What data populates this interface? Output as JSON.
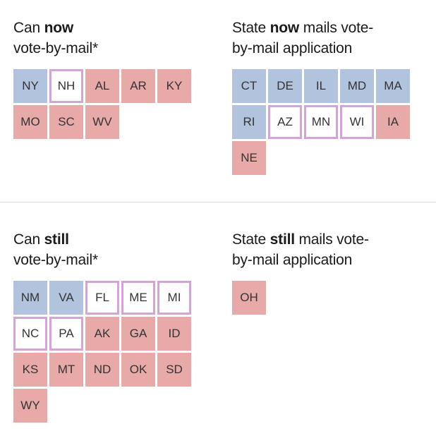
{
  "colors": {
    "dem": "#b2c3dd",
    "rep": "#e8aaa8",
    "swing_border": "#d4a4d6",
    "swing_fill": "#ffffff",
    "divider": "#dcdcdc"
  },
  "panels": [
    {
      "id": "can-now",
      "title": {
        "line1_pre": "Can ",
        "line1_bold": "now",
        "line1_post": "",
        "line2": "vote-by-mail*"
      },
      "states": [
        {
          "abbr": "NY",
          "party": "dem"
        },
        {
          "abbr": "NH",
          "party": "swing"
        },
        {
          "abbr": "AL",
          "party": "rep"
        },
        {
          "abbr": "AR",
          "party": "rep"
        },
        {
          "abbr": "KY",
          "party": "rep"
        },
        {
          "abbr": "MO",
          "party": "rep"
        },
        {
          "abbr": "SC",
          "party": "rep"
        },
        {
          "abbr": "WV",
          "party": "rep"
        }
      ]
    },
    {
      "id": "state-now-mails",
      "title": {
        "line1_pre": "State ",
        "line1_bold": "now",
        "line1_post": " mails vote-",
        "line2": "by-mail application"
      },
      "states": [
        {
          "abbr": "CT",
          "party": "dem"
        },
        {
          "abbr": "DE",
          "party": "dem"
        },
        {
          "abbr": "IL",
          "party": "dem"
        },
        {
          "abbr": "MD",
          "party": "dem"
        },
        {
          "abbr": "MA",
          "party": "dem"
        },
        {
          "abbr": "RI",
          "party": "dem"
        },
        {
          "abbr": "AZ",
          "party": "swing"
        },
        {
          "abbr": "MN",
          "party": "swing"
        },
        {
          "abbr": "WI",
          "party": "swing"
        },
        {
          "abbr": "IA",
          "party": "rep"
        },
        {
          "abbr": "NE",
          "party": "rep"
        }
      ]
    },
    {
      "id": "can-still",
      "title": {
        "line1_pre": "Can ",
        "line1_bold": "still",
        "line1_post": "",
        "line2": "vote-by-mail*"
      },
      "states": [
        {
          "abbr": "NM",
          "party": "dem"
        },
        {
          "abbr": "VA",
          "party": "dem"
        },
        {
          "abbr": "FL",
          "party": "swing"
        },
        {
          "abbr": "ME",
          "party": "swing"
        },
        {
          "abbr": "MI",
          "party": "swing"
        },
        {
          "abbr": "NC",
          "party": "swing"
        },
        {
          "abbr": "PA",
          "party": "swing"
        },
        {
          "abbr": "AK",
          "party": "rep"
        },
        {
          "abbr": "GA",
          "party": "rep"
        },
        {
          "abbr": "ID",
          "party": "rep"
        },
        {
          "abbr": "KS",
          "party": "rep"
        },
        {
          "abbr": "MT",
          "party": "rep"
        },
        {
          "abbr": "ND",
          "party": "rep"
        },
        {
          "abbr": "OK",
          "party": "rep"
        },
        {
          "abbr": "SD",
          "party": "rep"
        },
        {
          "abbr": "WY",
          "party": "rep"
        }
      ]
    },
    {
      "id": "state-still-mails",
      "title": {
        "line1_pre": "State ",
        "line1_bold": "still",
        "line1_post": " mails vote-",
        "line2": "by-mail application"
      },
      "states": [
        {
          "abbr": "OH",
          "party": "rep"
        }
      ]
    }
  ]
}
